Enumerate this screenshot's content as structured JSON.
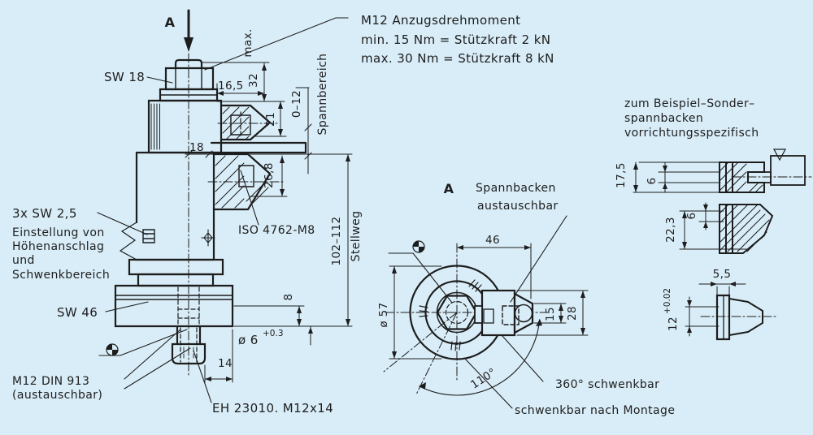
{
  "colors": {
    "background": "#d9edf8",
    "line": "#1d1d1d"
  },
  "torque_note": {
    "line1": "M12 Anzugsdrehmoment",
    "line2": "min. 15 Nm = Stützkraft 2 kN",
    "line3": "max. 30 Nm = Stützkraft 8 kN"
  },
  "main_view": {
    "view_arrow_label": "A",
    "labels": {
      "sw18": "SW 18",
      "sw25": "3x SW 2,5",
      "adjustment_line1": "Einstellung von",
      "adjustment_line2": "Höhenanschlag",
      "adjustment_line3": "und",
      "adjustment_line4": "Schwenkbereich",
      "sw46": "SW 46",
      "m12_din_line1": "M12 DIN 913",
      "m12_din_line2": "(austauschbar)",
      "iso_screw": "ISO 4762-M8",
      "part_number": "EH 23010. M12x14"
    },
    "dims": {
      "d16_5": "16,5",
      "d32": "32",
      "d32_max": "max.",
      "d21": "21",
      "d18": "18",
      "d26_8": "26,8",
      "span_range": "0–12",
      "span_label": "Spannbereich",
      "stroke_range": "102–112",
      "stroke_label": "Stellweg",
      "d8": "8",
      "d6": "ø 6",
      "d6_tol": "+0.3",
      "d14": "14"
    }
  },
  "top_view": {
    "view_label": "A",
    "jaw_note_line1": "Spannbacken",
    "jaw_note_line2": "austauschbar",
    "swivel_note": "360° schwenkbar",
    "mount_note": "schwenkbar nach Montage",
    "dims": {
      "d46": "46",
      "d57": "ø 57",
      "d15": "15",
      "d28": "28",
      "angle": "110°"
    }
  },
  "detail_view": {
    "note_line1": "zum Beispiel–Sonder–",
    "note_line2": "spannbacken",
    "note_line3": "vorrichtungsspezifisch",
    "dims": {
      "d17_5": "17,5",
      "d6_upper": "6",
      "d22_3": "22,3",
      "d6_lower": "6",
      "d5_5": "5,5",
      "d12": "12",
      "d12_tol": "+0.02"
    }
  }
}
